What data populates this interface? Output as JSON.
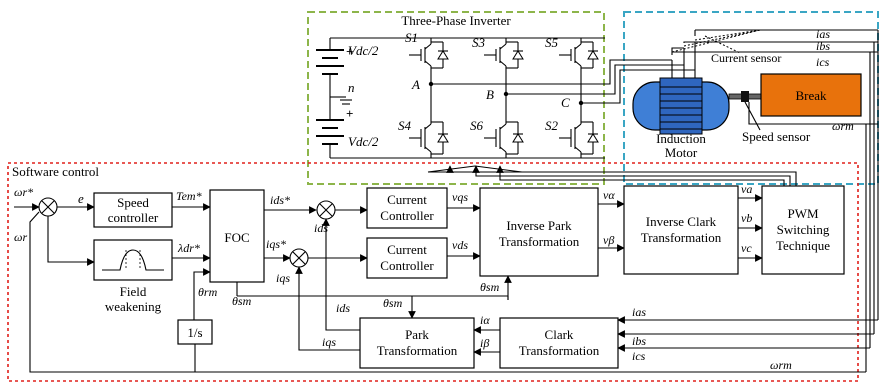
{
  "regions": {
    "inverter": "Three-Phase Inverter",
    "software": "Software control",
    "colors": {
      "inverter_border": "#8db54a",
      "sensor_border": "#3aa6c4",
      "software_border": "#e0201b",
      "motor_fill": "#3f7fd6",
      "brake_fill": "#e8720c"
    }
  },
  "inverter": {
    "switches": [
      "S1",
      "S3",
      "S5",
      "S4",
      "S6",
      "S2"
    ],
    "vdc_top": "Vdc/2",
    "vdc_bottom": "Vdc/2",
    "neutral": "n",
    "nodes": [
      "A",
      "B",
      "C"
    ]
  },
  "motor": {
    "label_line1": "Induction",
    "label_line2": "Motor",
    "brake": "Break",
    "current_sensor": "Current sensor",
    "speed_sensor": "Speed sensor"
  },
  "blocks": {
    "speed_ctrl": [
      "Speed",
      "controller"
    ],
    "field": [
      "Field",
      "weakening"
    ],
    "foc": "FOC",
    "cc1": [
      "Current",
      "Controller"
    ],
    "cc2": [
      "Current",
      "Controller"
    ],
    "ipark": [
      "Inverse Park",
      "Transformation"
    ],
    "iclark": [
      "Inverse Clark",
      "Transformation"
    ],
    "pwm": [
      "PWM",
      "Switching",
      "Technique"
    ],
    "park": [
      "Park",
      "Transformation"
    ],
    "clark": [
      "Clark",
      "Transformation"
    ],
    "integ": "1/s"
  },
  "signals": {
    "wr_star": "ωr*",
    "wr": "ωr",
    "e": "e",
    "tem": "Tem*",
    "lambda": "λdr*",
    "ids_star": "ids*",
    "iqs_star": "iqs*",
    "ids": "ids",
    "iqs": "iqs",
    "ids2": "ids",
    "iqs2": "iqs",
    "vqs": "vqs",
    "vds": "vds",
    "valpha": "vα",
    "vbeta": "vβ",
    "va": "va",
    "vb": "vb",
    "vc": "vc",
    "theta_rm": "θrm",
    "theta_sm": "θsm",
    "theta_sm2": "θsm",
    "theta_sm3": "θsm",
    "ialpha": "iα",
    "ibeta": "iβ",
    "ias": "ias",
    "ibs": "ibs",
    "ics": "ics",
    "ias2": "ias",
    "ibs2": "ibs",
    "ics2": "ics",
    "wrm_top": "ωrm",
    "wrm_bottom": "ωrm"
  }
}
